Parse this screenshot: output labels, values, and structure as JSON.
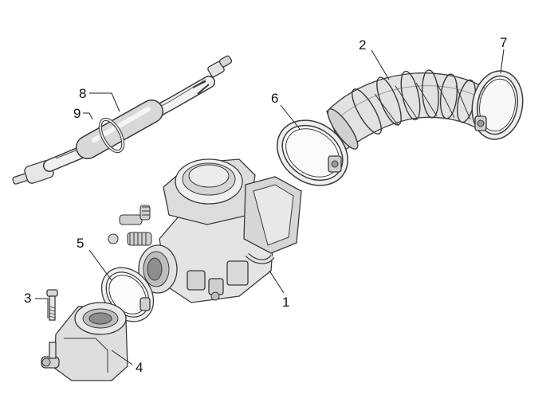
{
  "diagram": {
    "callouts": [
      {
        "label": "1"
      },
      {
        "label": "2"
      },
      {
        "label": "3"
      },
      {
        "label": "4"
      },
      {
        "label": "5"
      },
      {
        "label": "6"
      },
      {
        "label": "7"
      },
      {
        "label": "8"
      },
      {
        "label": "9"
      }
    ]
  },
  "colors": {
    "part_fill": "#ededed",
    "part_shade": "#cfcfcf",
    "part_dark": "#9a9a9a",
    "outline": "#3a3a3a"
  }
}
